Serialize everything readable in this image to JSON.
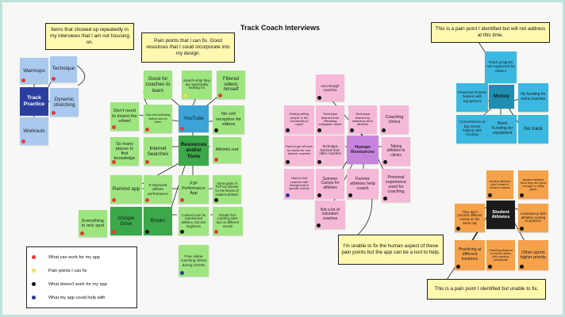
{
  "title": "Track Coach Interviews",
  "colors": {
    "blue_note": "#a9c9ee",
    "green_note": "#9ee57f",
    "pink_note": "#f6b8d7",
    "purple_note": "#c784dc",
    "cyan_note": "#3bb8e0",
    "orange_note": "#f6a24a",
    "callout": "#fff9b0",
    "dot_red": "#e53935",
    "dot_yellow": "#f4e04d",
    "dot_black": "#111111",
    "dot_blue": "#2a3a9c"
  },
  "callouts": {
    "repeated": "Items that showed up repeatedly in my interviews that I am not focusing on.",
    "can_fix": "Pain points that I can fix. Good resources that I could incorporate into my design.",
    "identified_not_address": "This is a pain point I identified but will not address at this time.",
    "human_aspect": "I'm unable to fix the human aspect of these pain points but the app can be a tool to help.",
    "identified_unable": "This is a pain point I identified but unable to fix."
  },
  "blue_notes": {
    "warmups": "Warmups",
    "technique": "Technique",
    "track_practice": "Track Practice",
    "dynamic": "Dynamic stretching",
    "workouts": "Workouts"
  },
  "green_notes": {
    "good_coaches": "Good for coaches to learn",
    "search_what": "Search what they are specifically looking for",
    "filtered_videos": "Filtered videos himself",
    "dont_need": "Don't need to invent the wheel",
    "not_watching": "Has not watching videos and in them",
    "youtube": "YouTube",
    "no_cell": "No cell reception for videos",
    "many_places": "So many places to find knowledge",
    "internet": "Internet Searches",
    "resources": "Resources and/or Tools",
    "athletic": "Athletic.net",
    "remind": "Remind app",
    "improved": "It improved athlete performance",
    "pjp": "PJP Performance App",
    "some_parts": "Some parts of PJP too intense for the fitness of student athletes",
    "everything": "Everything in one spot",
    "drive": "Google Drive",
    "books": "Books",
    "content_more": "Content more for experienced athletes. Not true beginners",
    "emails": "Emails from coaching sites- tips on different events",
    "free_online": "Free online coaching clinics during COVID"
  },
  "pink_notes": {
    "not_enough": "not enough coaches",
    "finding_willing": "Finding willing people in the community to coach",
    "technique_officiating": "Technique learned from officiating collegiate meets",
    "technique_watching": "Technique learned by watching other athletes",
    "coaching_clinics": "Coaching clinics",
    "hard_off_work": "Hard to get off work for clinics for non-teacher coaches",
    "technique_other": "Technique learned from other coaches",
    "human_resources": "Human Resources",
    "taking_athletes": "Taking athletes to clinics",
    "hard_to_find": "Hard to find coaches with background in specific events",
    "summer_camps": "Summer Camps for athletes",
    "former_athletes": "Former athletes help coach",
    "personal_experience": "Personal experience used for coaching",
    "not_volunteer": "Not a lot of volunteer coaches"
  },
  "cyan_notes": {
    "track_program": "Track program not supported by district",
    "financial": "Financial Donors helped with equipment",
    "money": "Money",
    "no_funding": "No funding for extra coaches",
    "concessions": "Concessions at big meets helped with funding",
    "need_funding": "Need Funding for equipment",
    "no_track": "No track"
  },
  "orange_notes": {
    "student_dont_relate": "student athletes don't relate to those in videos",
    "student_think": "student athletes think they are good enough or really good",
    "dont_practice": "They don't practice different events on the same day",
    "student_athletes": "Student Athletes",
    "consistency": "consistency with athletes coming to practice",
    "practicing": "Practicing at different locations",
    "traveling": "Traveling distance to meets deters kids wanting participate",
    "other_sports": "Other sports higher priority"
  },
  "legend": {
    "red": "What can work for my app",
    "yellow": "Pain points I can fix",
    "black": "What doesn't work for my app",
    "blue": "What my app could help with"
  }
}
